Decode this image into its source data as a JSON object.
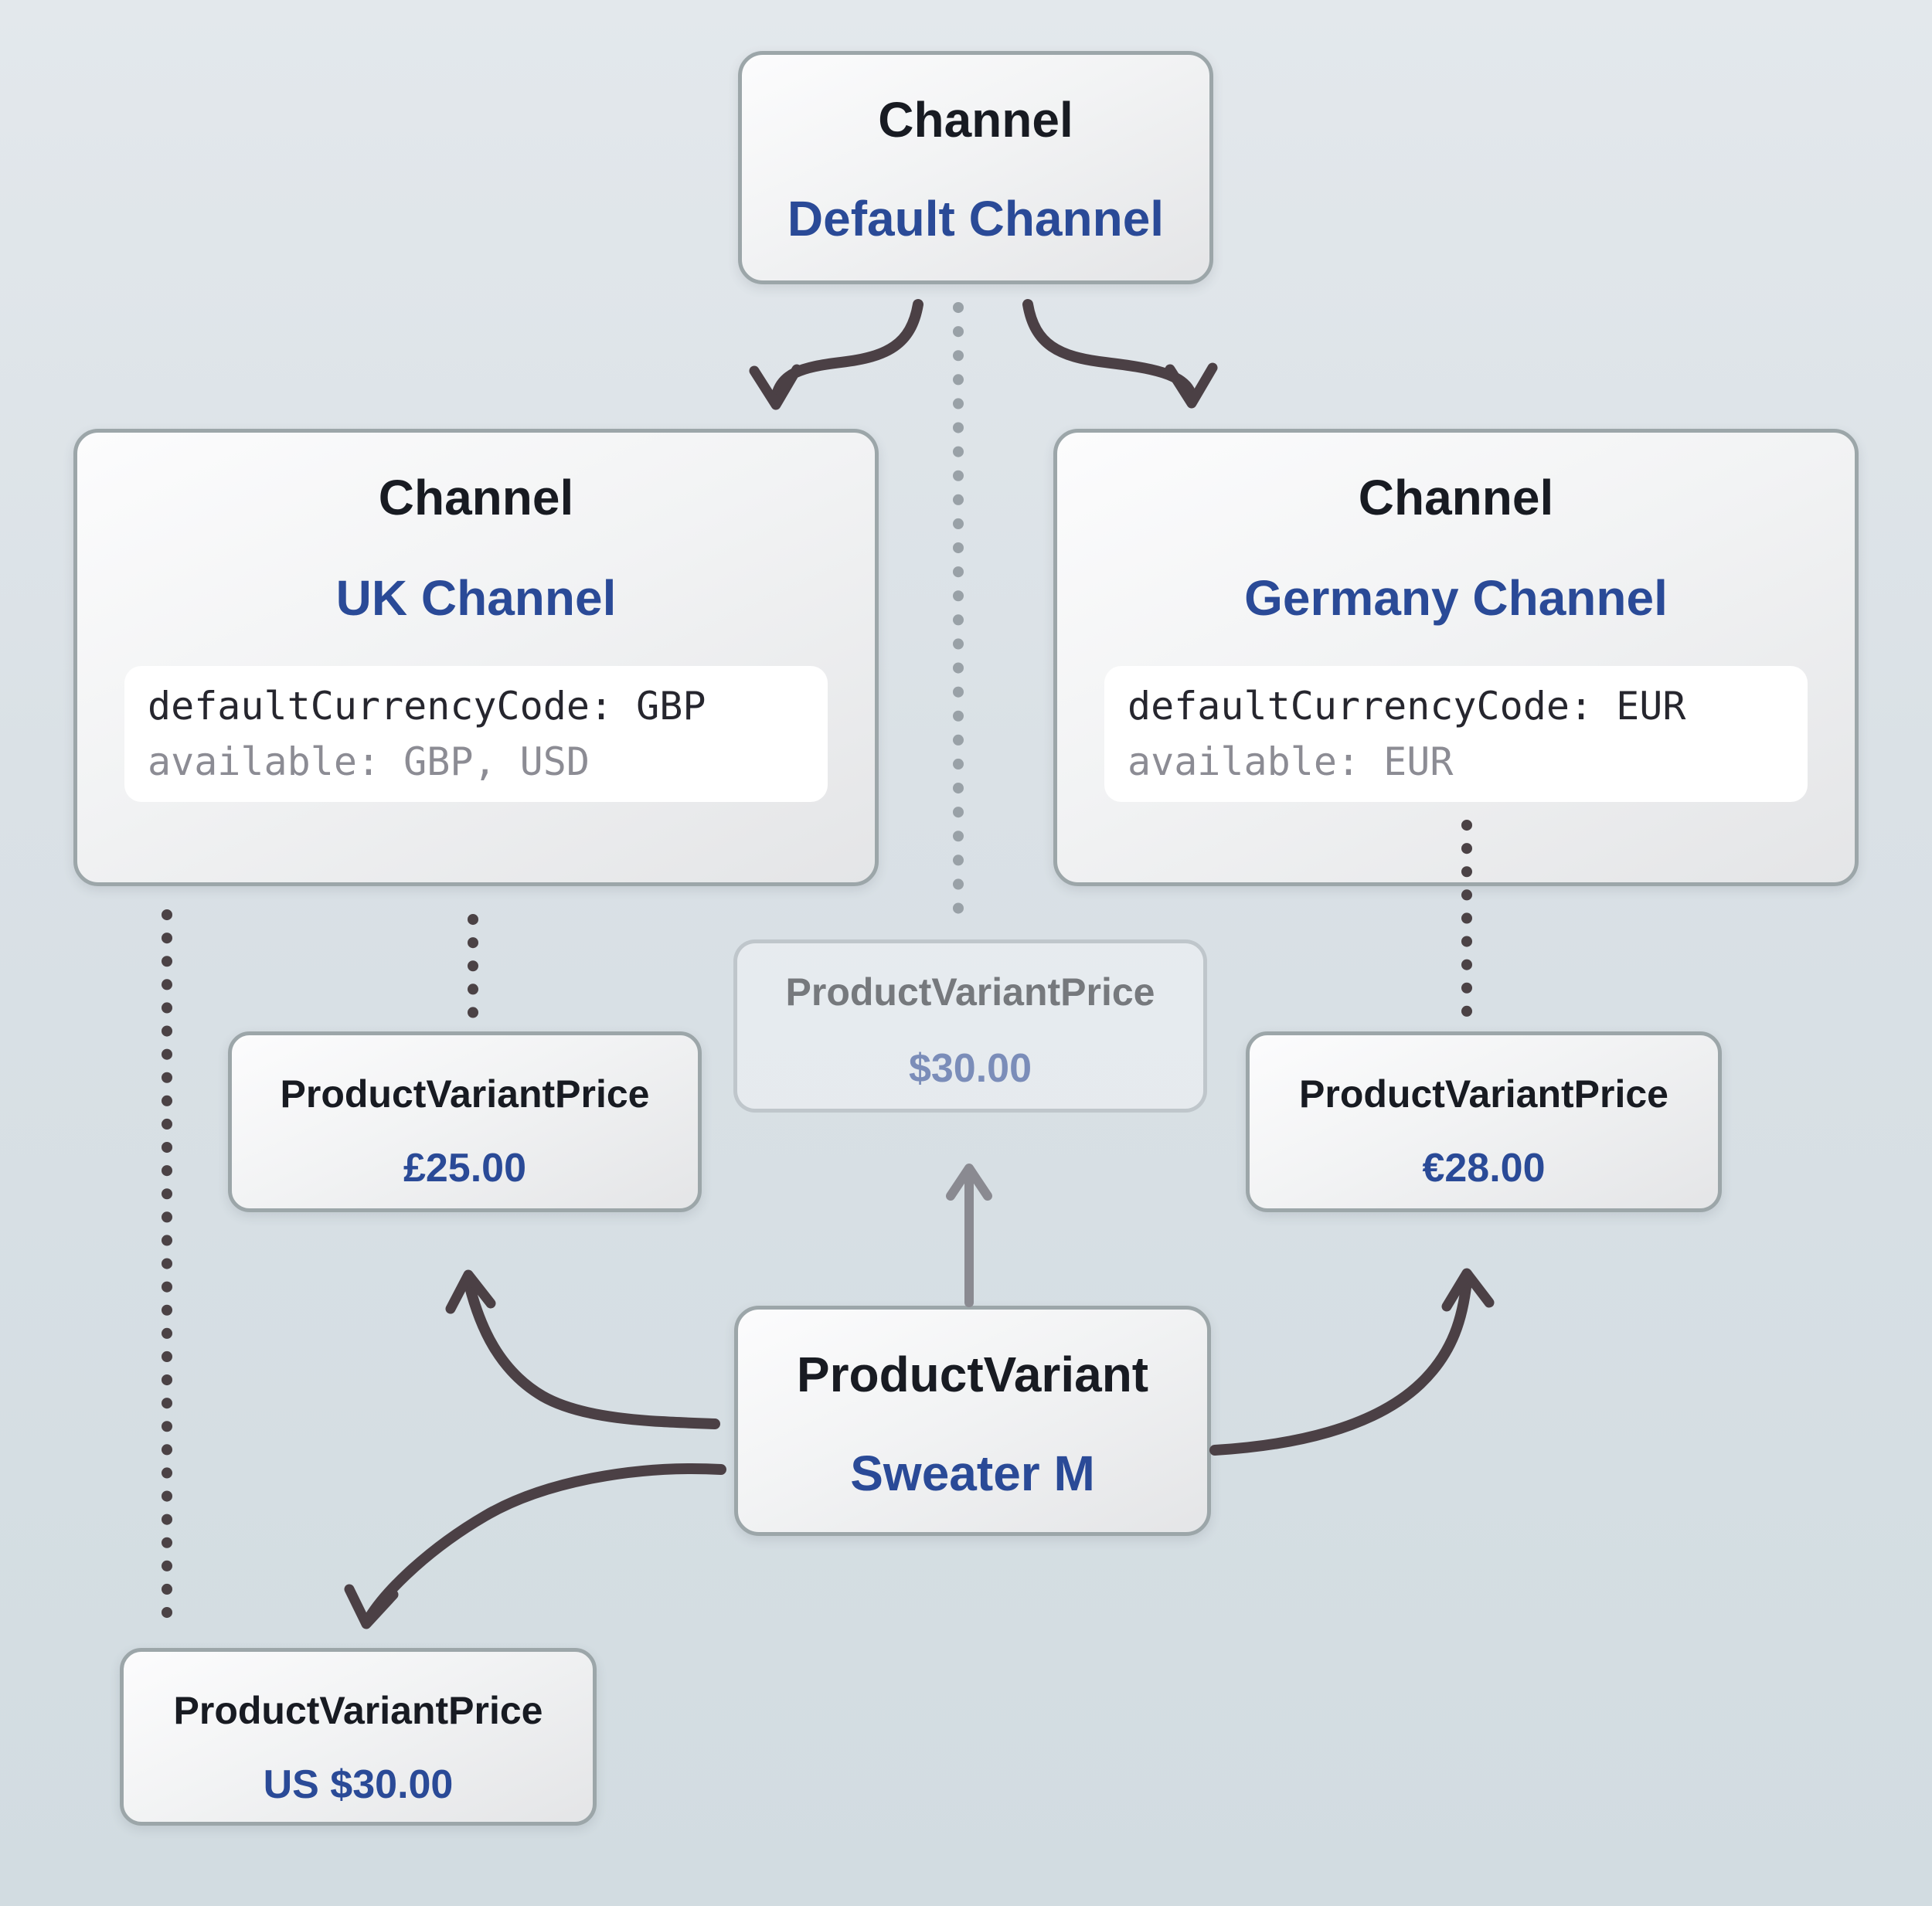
{
  "diagram": {
    "nodes": [
      {
        "id": "default-channel",
        "type_label": "Channel",
        "name": "Default Channel"
      },
      {
        "id": "uk-channel",
        "type_label": "Channel",
        "name": "UK Channel",
        "code_lines": [
          "defaultCurrencyCode: GBP",
          "available: GBP, USD"
        ]
      },
      {
        "id": "germany-channel",
        "type_label": "Channel",
        "name": "Germany Channel",
        "code_lines": [
          "defaultCurrencyCode: EUR",
          "available: EUR"
        ]
      },
      {
        "id": "price-default",
        "type_label": "ProductVariantPrice",
        "name": "$30.00",
        "faded": true
      },
      {
        "id": "price-uk",
        "type_label": "ProductVariantPrice",
        "name": "£25.00"
      },
      {
        "id": "price-germany",
        "type_label": "ProductVariantPrice",
        "name": "€28.00"
      },
      {
        "id": "product-variant",
        "type_label": "ProductVariant",
        "name": "Sweater M"
      },
      {
        "id": "price-us",
        "type_label": "ProductVariantPrice",
        "name": "US $30.00"
      }
    ],
    "edges": [
      {
        "from": "default-channel",
        "to": "uk-channel",
        "style": "curved-arrow"
      },
      {
        "from": "default-channel",
        "to": "germany-channel",
        "style": "curved-arrow"
      },
      {
        "from": "default-channel",
        "to": "price-default",
        "style": "dotted-line"
      },
      {
        "from": "uk-channel",
        "to": "price-us",
        "style": "dotted-line"
      },
      {
        "from": "uk-channel",
        "to": "price-uk",
        "style": "dotted-line"
      },
      {
        "from": "germany-channel",
        "to": "price-germany",
        "style": "dotted-line"
      },
      {
        "from": "product-variant",
        "to": "price-default",
        "style": "straight-arrow-gray"
      },
      {
        "from": "product-variant",
        "to": "price-uk",
        "style": "curved-arrow"
      },
      {
        "from": "product-variant",
        "to": "price-us",
        "style": "curved-arrow"
      },
      {
        "from": "product-variant",
        "to": "price-germany",
        "style": "curved-arrow"
      }
    ]
  },
  "colors": {
    "background_top": "#e3e8ec",
    "background_bottom": "#d2dce1",
    "node_border": "#9ca6a9",
    "node_fill_top": "#fcfcfd",
    "node_fill_bottom": "#e4e5e7",
    "type_text": "#181b22",
    "name_text": "#2a4a97",
    "code_text": "#26262e",
    "code_muted": "#8c8c94",
    "arrow_dark": "#4b4045",
    "arrow_gray": "#8a8a91",
    "dots_gray": "#99a1a7",
    "dots_dark": "#4b4245",
    "faded_type_text": "#76797d",
    "faded_name_text": "#7b8db9",
    "code_box_bg": "#ffffff"
  }
}
